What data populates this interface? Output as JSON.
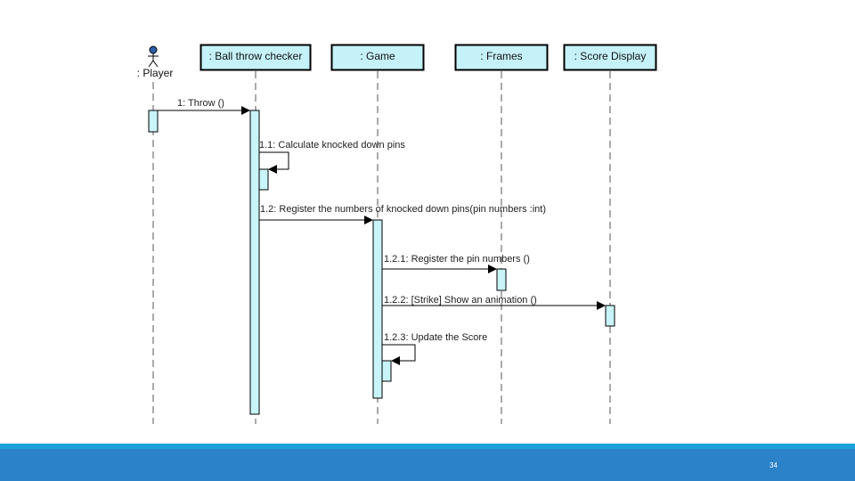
{
  "diagram": {
    "actor": ": Player",
    "participants": [
      ": Ball throw checker",
      ": Game",
      ": Frames",
      ": Score Display"
    ],
    "messages": [
      "1: Throw ()",
      "1.1: Calculate knocked down pins",
      "1.2: Register the numbers of knocked down pins(pin numbers :int)",
      "1.2.1: Register the pin numbers ()",
      "1.2.2: [Strike] Show an animation ()",
      "1.2.3: Update the Score"
    ]
  },
  "footer": {
    "page_number": "34"
  },
  "colors": {
    "box_fill": "#c5f2f8",
    "activation_fill": "#c9f4fa",
    "footer_bar": "#2b82c9",
    "footer_stripe": "#1aa3d9",
    "actor_head": "#2a5fa8"
  }
}
